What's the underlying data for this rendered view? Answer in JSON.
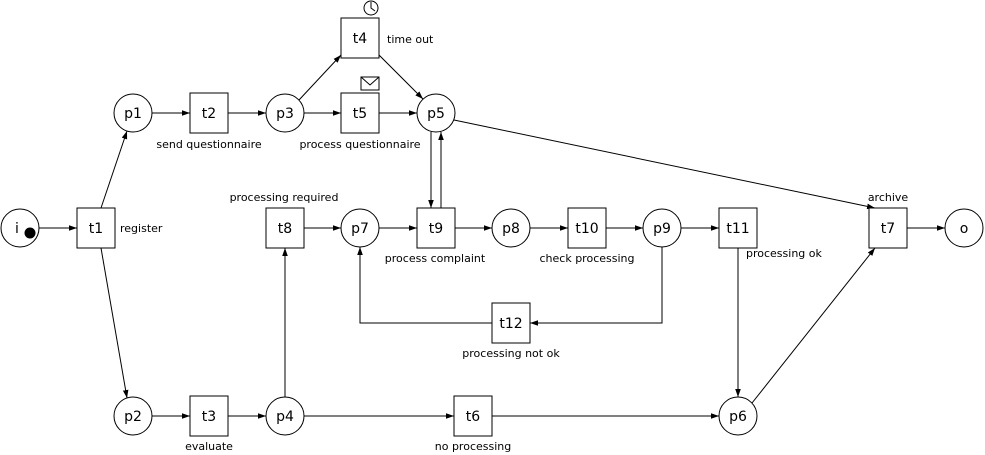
{
  "places": {
    "i": {
      "label": "i",
      "tokens": 1
    },
    "p1": {
      "label": "p1"
    },
    "p2": {
      "label": "p2"
    },
    "p3": {
      "label": "p3"
    },
    "p4": {
      "label": "p4"
    },
    "p5": {
      "label": "p5"
    },
    "p6": {
      "label": "p6"
    },
    "p7": {
      "label": "p7"
    },
    "p8": {
      "label": "p8"
    },
    "p9": {
      "label": "p9"
    },
    "o": {
      "label": "o"
    }
  },
  "transitions": {
    "t1": {
      "label": "t1",
      "caption": "register"
    },
    "t2": {
      "label": "t2",
      "caption": "send questionnaire"
    },
    "t3": {
      "label": "t3",
      "caption": "evaluate"
    },
    "t4": {
      "label": "t4",
      "caption": "time out",
      "trigger_icon": "clock-icon"
    },
    "t5": {
      "label": "t5",
      "caption": "process questionnaire",
      "trigger_icon": "envelope-icon"
    },
    "t6": {
      "label": "t6",
      "caption": "no processing"
    },
    "t7": {
      "label": "t7",
      "caption": "archive"
    },
    "t8": {
      "label": "t8",
      "caption": "processing required"
    },
    "t9": {
      "label": "t9",
      "caption": "process complaint"
    },
    "t10": {
      "label": "t10",
      "caption": "check processing"
    },
    "t11": {
      "label": "t11",
      "caption": "processing ok"
    },
    "t12": {
      "label": "t12",
      "caption": "processing not ok"
    }
  },
  "arcs": [
    [
      "i",
      "t1"
    ],
    [
      "t1",
      "p1"
    ],
    [
      "t1",
      "p2"
    ],
    [
      "p1",
      "t2"
    ],
    [
      "t2",
      "p3"
    ],
    [
      "p3",
      "t4"
    ],
    [
      "p3",
      "t5"
    ],
    [
      "t4",
      "p5"
    ],
    [
      "t5",
      "p5"
    ],
    [
      "p5",
      "t9"
    ],
    [
      "t9",
      "p5"
    ],
    [
      "p5",
      "t7"
    ],
    [
      "p2",
      "t3"
    ],
    [
      "t3",
      "p4"
    ],
    [
      "p4",
      "t8"
    ],
    [
      "p4",
      "t6"
    ],
    [
      "t8",
      "p7"
    ],
    [
      "p7",
      "t9"
    ],
    [
      "t9",
      "p8"
    ],
    [
      "p8",
      "t10"
    ],
    [
      "t10",
      "p9"
    ],
    [
      "p9",
      "t11"
    ],
    [
      "p9",
      "t12"
    ],
    [
      "t12",
      "p7"
    ],
    [
      "t11",
      "p6"
    ],
    [
      "t6",
      "p6"
    ],
    [
      "p6",
      "t7"
    ],
    [
      "t7",
      "o"
    ]
  ]
}
